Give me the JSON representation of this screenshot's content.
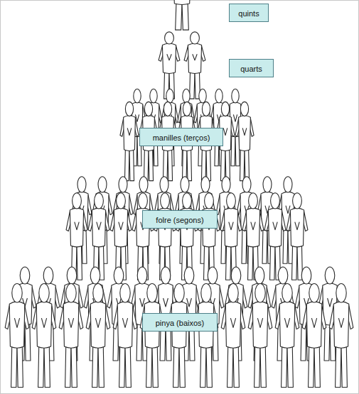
{
  "diagram": {
    "nodes": [
      {
        "text": [
          "quints"
        ]
      },
      {
        "text": [
          "quarts"
        ]
      },
      {
        "text": [
          "manilles (terços)"
        ]
      },
      {
        "text": [
          "folre (segons)"
        ]
      },
      {
        "text": [
          "pinya (baixos)"
        ]
      }
    ]
  }
}
